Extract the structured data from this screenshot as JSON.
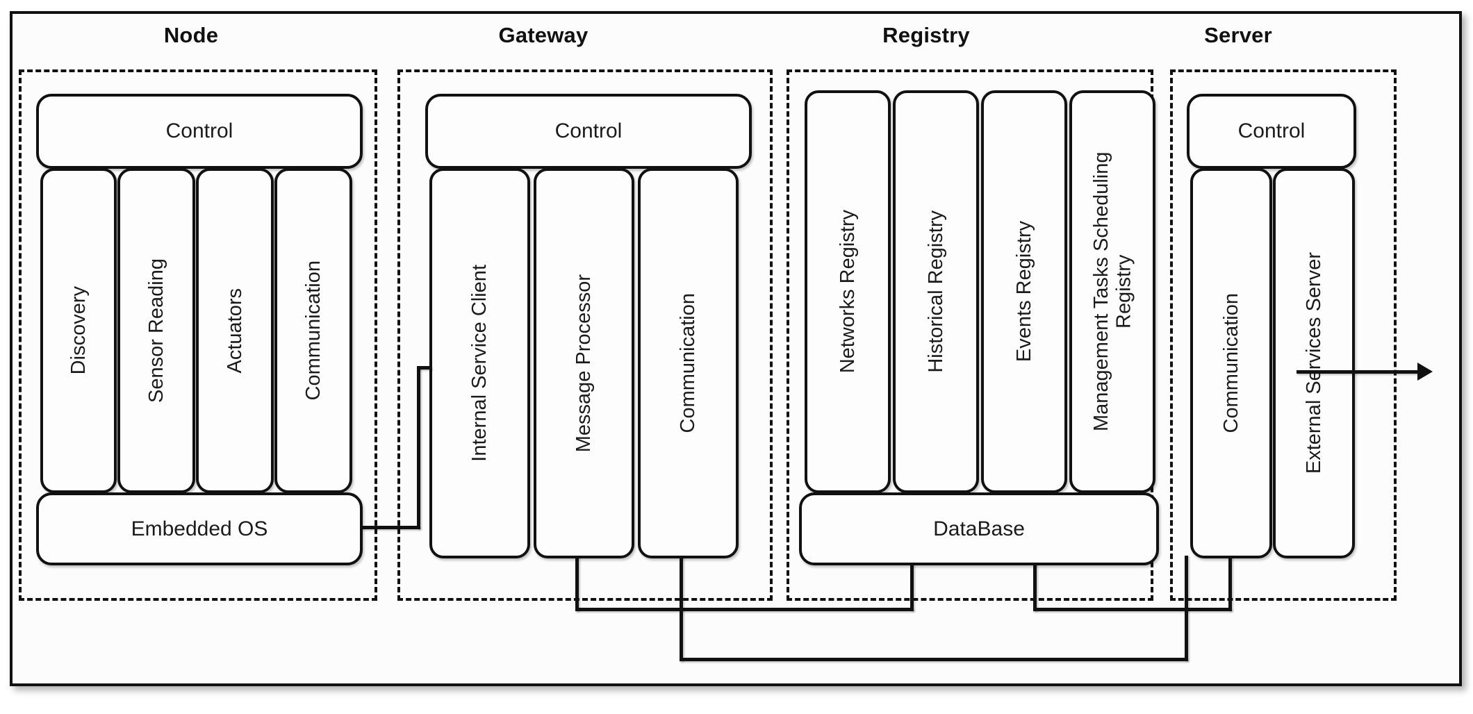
{
  "figure": {
    "kind": "architecture-block-diagram",
    "background": "#ffffff",
    "line_color": "#111111"
  },
  "sections": [
    {
      "id": "node",
      "title": "Node",
      "control": {
        "label": "Control"
      },
      "columns": [
        {
          "label": "Discovery"
        },
        {
          "label": "Sensor Reading"
        },
        {
          "label": "Actuators"
        },
        {
          "label": "Communication"
        }
      ],
      "base": {
        "label": "Embedded OS"
      }
    },
    {
      "id": "gateway",
      "title": "Gateway",
      "control": {
        "label": "Control"
      },
      "columns": [
        {
          "label": "Internal Service Client"
        },
        {
          "label": "Message Processor"
        },
        {
          "label": "Communication"
        }
      ],
      "base": null
    },
    {
      "id": "registry",
      "title": "Registry",
      "control": null,
      "columns": [
        {
          "label": "Networks Registry"
        },
        {
          "label": "Historical Registry"
        },
        {
          "label": "Events Registry"
        },
        {
          "label": "Management Tasks Scheduling Registry"
        }
      ],
      "base": {
        "label": "DataBase"
      }
    },
    {
      "id": "server",
      "title": "Server",
      "control": {
        "label": "Control"
      },
      "columns": [
        {
          "label": "Communication"
        },
        {
          "label": "External Services Server"
        }
      ],
      "base": null
    }
  ],
  "connections": [
    {
      "from": "node-embedded-os",
      "to": "gateway-internal-service-client"
    },
    {
      "from": "gateway-message-processor",
      "to": "registry-database"
    },
    {
      "from": "registry-database",
      "to": "server-external-services-server"
    },
    {
      "from": "gateway-communication",
      "to": "server-communication"
    },
    {
      "from": "server-external-services-server",
      "to": "external-outbound",
      "arrow": true
    }
  ]
}
